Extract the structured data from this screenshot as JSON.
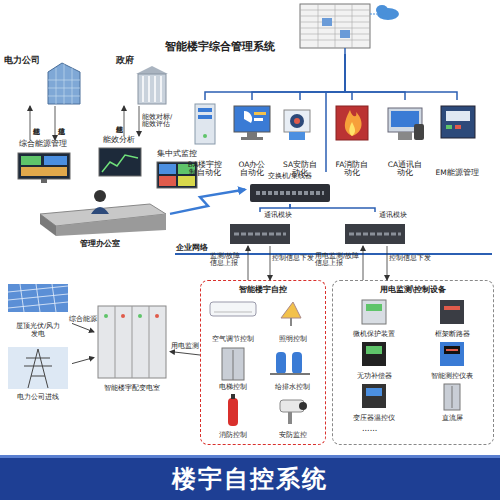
{
  "diagram": {
    "caption": "楼宇自控系统",
    "nodes": [
      {
        "text": [
          "智能楼宇综合管理系统"
        ]
      },
      {
        "text": [
          "电力公司"
        ]
      },
      {
        "text": [
          "政府"
        ]
      },
      {
        "text": [
          "综合能源管理"
        ]
      },
      {
        "text": [
          "能效分析"
        ]
      },
      {
        "text": [
          "集中式监控"
        ]
      },
      {
        "text": [
          "管理办公室"
        ]
      },
      {
        "text": [
          "BA楼宇控 制自动化"
        ]
      },
      {
        "text": [
          "OA办公 自动化"
        ]
      },
      {
        "text": [
          "SA安防自 动化"
        ]
      },
      {
        "text": [
          "FA消防自 动化"
        ]
      },
      {
        "text": [
          "CA通讯自 动化"
        ]
      },
      {
        "text": [
          "EM能源管理"
        ]
      },
      {
        "text": [
          "交换机/集线器"
        ]
      },
      {
        "text": [
          "通讯模块"
        ]
      },
      {
        "text": [
          "通讯模块"
        ]
      },
      {
        "text": [
          "智能楼宇自控"
        ]
      },
      {
        "text": [
          "空气调节控制"
        ],
        "in": 16
      },
      {
        "text": [
          "照明控制"
        ],
        "in": 16
      },
      {
        "text": [
          "电梯控制"
        ],
        "in": 16
      },
      {
        "text": [
          "给排水控制"
        ],
        "in": 16
      },
      {
        "text": [
          "消防控制"
        ],
        "in": 16
      },
      {
        "text": [
          "安防监控"
        ],
        "in": 16
      },
      {
        "text": [
          "用电监测\\控制设备"
        ]
      },
      {
        "text": [
          "微机保护装置"
        ],
        "in": 23
      },
      {
        "text": [
          "框架断路器"
        ],
        "in": 23
      },
      {
        "text": [
          "无功补偿器"
        ],
        "in": 23
      },
      {
        "text": [
          "智能测控仪表"
        ],
        "in": 23
      },
      {
        "text": [
          "变压器温控仪"
        ],
        "in": 23
      },
      {
        "text": [
          "直流屏"
        ],
        "in": 23
      },
      {
        "text": [
          "屋顶光伏/风力 发电"
        ]
      },
      {
        "text": [
          "电力公司进线"
        ]
      },
      {
        "text": [
          "智能楼宇配变电室"
        ]
      }
    ],
    "edges": [
      {
        "from": 3,
        "to": 1,
        "label": "能耗信息",
        "arrow": "to"
      },
      {
        "from": 1,
        "to": 3,
        "label": "信息规范",
        "arrow": "to"
      },
      {
        "from": 4,
        "to": 2,
        "label": "能耗信息",
        "arrow": "to"
      },
      {
        "from": 2,
        "to": 4,
        "label": "能效对标/ 能效评估",
        "arrow": "to"
      },
      {
        "from": 6,
        "to": 13,
        "arrow": "to"
      },
      {
        "from": 0,
        "to": 7,
        "arrow": "none"
      },
      {
        "from": 0,
        "to": 8,
        "arrow": "none"
      },
      {
        "from": 0,
        "to": 9,
        "arrow": "none"
      },
      {
        "from": 0,
        "to": 10,
        "arrow": "none"
      },
      {
        "from": 0,
        "to": 11,
        "arrow": "none"
      },
      {
        "from": 0,
        "to": 12,
        "arrow": "none"
      },
      {
        "from": 0,
        "to": 13,
        "arrow": "none"
      },
      {
        "from": 13,
        "to": 14,
        "arrow": "none"
      },
      {
        "from": 13,
        "to": 15,
        "arrow": "none"
      },
      {
        "from": 16,
        "to": 14,
        "label": "监测/故障 信息上报",
        "arrow": "to"
      },
      {
        "from": 14,
        "to": 16,
        "label": "控制信息下发",
        "arrow": "to"
      },
      {
        "from": 23,
        "to": 15,
        "label": "用电监测/故障 信息上报",
        "arrow": "to"
      },
      {
        "from": 15,
        "to": 23,
        "label": "控制信息下发",
        "arrow": "to"
      },
      {
        "from": 30,
        "to": 32,
        "label": "综合能源",
        "arrow": "to"
      },
      {
        "from": 31,
        "to": 32,
        "arrow": "to"
      },
      {
        "from": 16,
        "to": 32,
        "label": "用电监测",
        "arrow": "to"
      }
    ],
    "labels": [
      "企业网络",
      "......"
    ]
  }
}
